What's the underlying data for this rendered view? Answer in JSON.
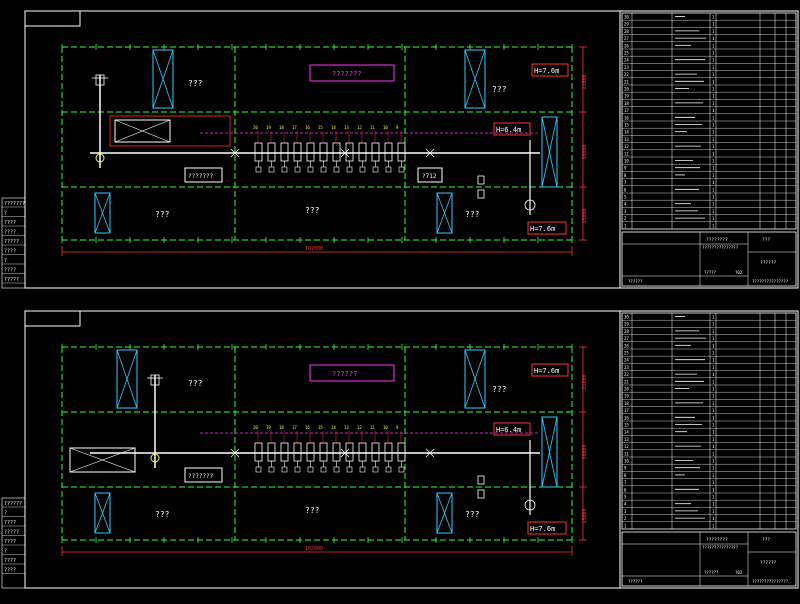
{
  "colors": {
    "background": "#000000",
    "frame": "#ffffff",
    "grid": "#33ff33",
    "dimension": "#ff3333",
    "equipment": "#ffffff",
    "vessel": "#33ccff",
    "label": "#ffff33",
    "callout_box": "#ff33ff",
    "flow": "#ff33ff"
  },
  "icons": [
    "crane-icon",
    "vessel-icon",
    "valve-icon",
    "motor-icon",
    "pump-icon"
  ],
  "sheets": [
    {
      "id": "top",
      "title_box": "???????",
      "room_labels": [
        "???",
        "???",
        "???",
        "???",
        "???",
        "???",
        "???"
      ],
      "height_tags": [
        "H=7.6m",
        "H=6.4m",
        "H=7.6m"
      ],
      "overall_dim": "102000",
      "row_dims": [
        "21000",
        "30000",
        "15000"
      ],
      "process_box": "???????",
      "small_box": "?712",
      "row_count": 30,
      "left_marks": [
        "???????",
        "?",
        "????",
        "????",
        "?????",
        "????",
        "?",
        "????",
        "?????"
      ],
      "title_block": {
        "designer": "????????",
        "project": "???????????????",
        "sheet_name": "??????",
        "company": "???????????????",
        "field_a": "???",
        "field_b": "??????",
        "field_c": "?????",
        "sheet_code": "?02"
      }
    },
    {
      "id": "bottom",
      "title_box": "??????",
      "room_labels": [
        "???",
        "???",
        "???",
        "???",
        "???",
        "???",
        "???"
      ],
      "height_tags": [
        "H=7.6m",
        "H=6.4m",
        "H=7.6m"
      ],
      "overall_dim": "102000",
      "row_dims": [
        "21000",
        "30000",
        "15000"
      ],
      "process_box": "???????",
      "small_box": "?712",
      "row_count": 30,
      "left_marks": [
        "??????",
        "?",
        "????",
        "?????",
        "????",
        "?",
        "????",
        "????"
      ],
      "title_block": {
        "designer": "????????",
        "project": "???????????????",
        "sheet_name": "??????",
        "company": "???????????????",
        "field_a": "???",
        "field_b": "??????",
        "field_c": "??????",
        "sheet_code": "?02"
      }
    }
  ]
}
